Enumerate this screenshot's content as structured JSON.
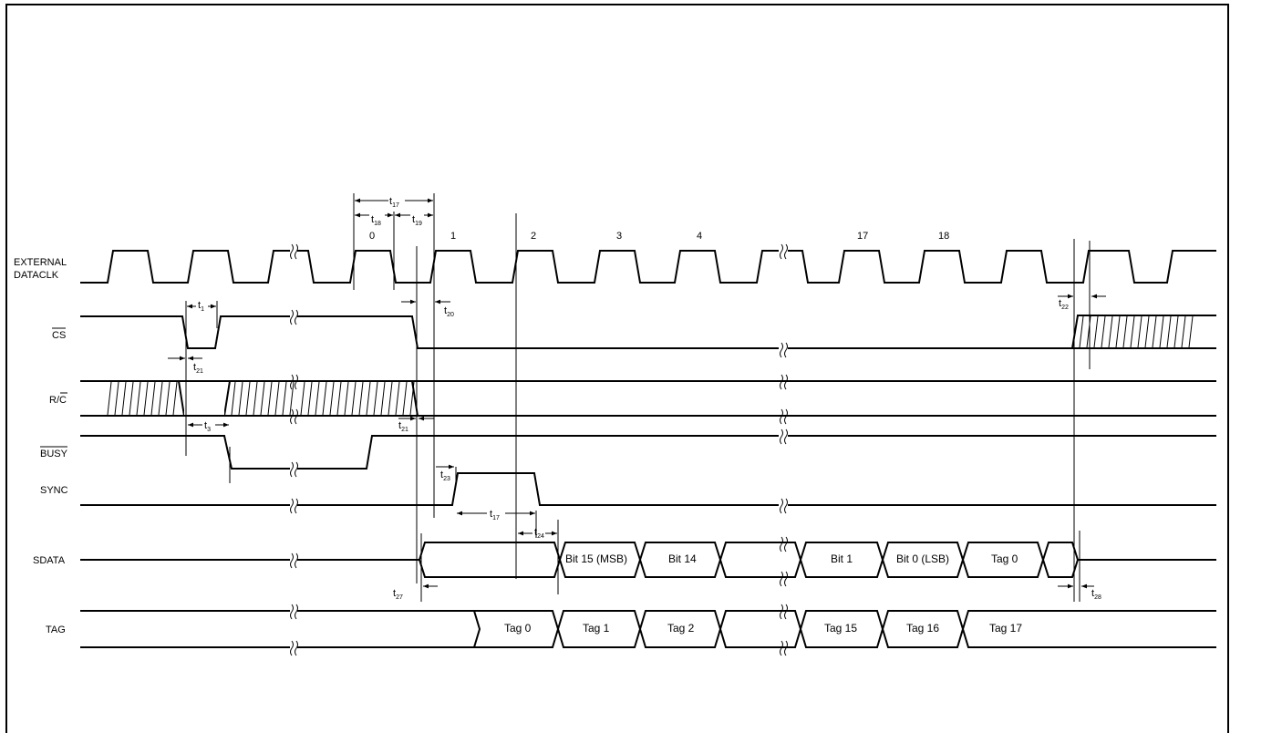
{
  "signals": {
    "external_dataclk": "EXTERNAL",
    "external_dataclk_2": "DATACLK",
    "cs": "CS",
    "rc": "R/C",
    "busy": "BUSY",
    "sync": "SYNC",
    "sdata": "SDATA",
    "tag": "TAG"
  },
  "clock_numbers": [
    "0",
    "1",
    "2",
    "3",
    "4",
    "17",
    "18"
  ],
  "timing": {
    "t1": {
      "t": "t",
      "n": "1"
    },
    "t3": {
      "t": "t",
      "n": "3"
    },
    "t17a": {
      "t": "t",
      "n": "17"
    },
    "t17b": {
      "t": "t",
      "n": "17"
    },
    "t18": {
      "t": "t",
      "n": "18"
    },
    "t19": {
      "t": "t",
      "n": "19"
    },
    "t20": {
      "t": "t",
      "n": "20"
    },
    "t21a": {
      "t": "t",
      "n": "21"
    },
    "t21b": {
      "t": "t",
      "n": "21"
    },
    "t22": {
      "t": "t",
      "n": "22"
    },
    "t23": {
      "t": "t",
      "n": "23"
    },
    "t24": {
      "t": "t",
      "n": "24"
    },
    "t27": {
      "t": "t",
      "n": "27"
    },
    "t28": {
      "t": "t",
      "n": "28"
    }
  },
  "sdata_boxes": [
    "Bit 15 (MSB)",
    "Bit 14",
    "Bit 1",
    "Bit 0 (LSB)",
    "Tag 0"
  ],
  "tag_boxes": [
    "Tag 0",
    "Tag 1",
    "Tag 2",
    "Tag 15",
    "Tag 16",
    "Tag 17"
  ]
}
